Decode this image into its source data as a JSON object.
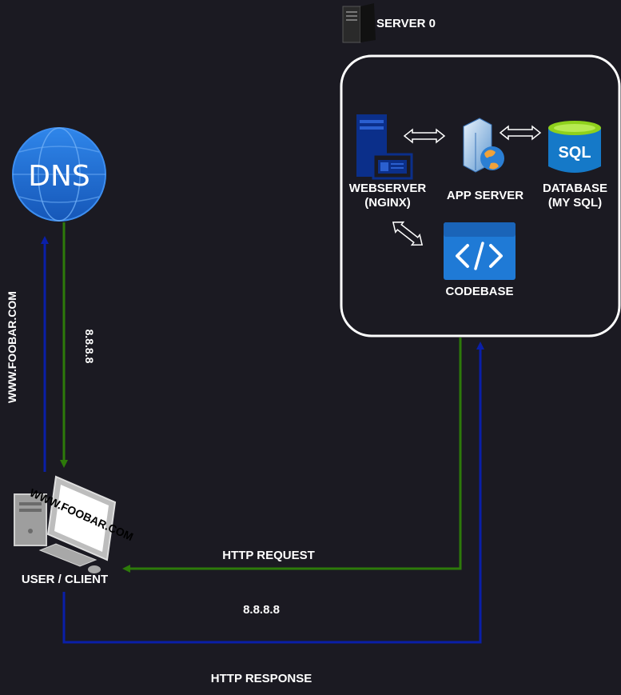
{
  "server": {
    "title": "SERVER 0"
  },
  "nodes": {
    "webserver": {
      "line1": "WEBSERVER",
      "line2": "(NGINX)"
    },
    "app_server": {
      "label": "APP SERVER"
    },
    "database": {
      "line1": "DATABASE",
      "line2": "(MY SQL)",
      "icon_text": "SQL"
    },
    "codebase": {
      "label": "CODEBASE"
    },
    "dns": {
      "icon_text": "DNS"
    },
    "client": {
      "label": "USER / CLIENT",
      "screen_text": "WWW.FOOBAR.COM"
    }
  },
  "edges": {
    "dns_query": "WWW.FOOBAR.COM",
    "dns_reply": "8.8.8.8",
    "http_request": "HTTP REQUEST",
    "ip_label": "8.8.8.8",
    "http_response": "HTTP RESPONSE"
  },
  "colors": {
    "background": "#1b1a22",
    "request_green": "#2d7a0a",
    "response_blue": "#0a1fa8",
    "dns_blue": "#1e6fd9",
    "codebase_blue": "#1f7ad6",
    "sql_blue": "#1579c8",
    "sql_green": "#8fd11c"
  }
}
